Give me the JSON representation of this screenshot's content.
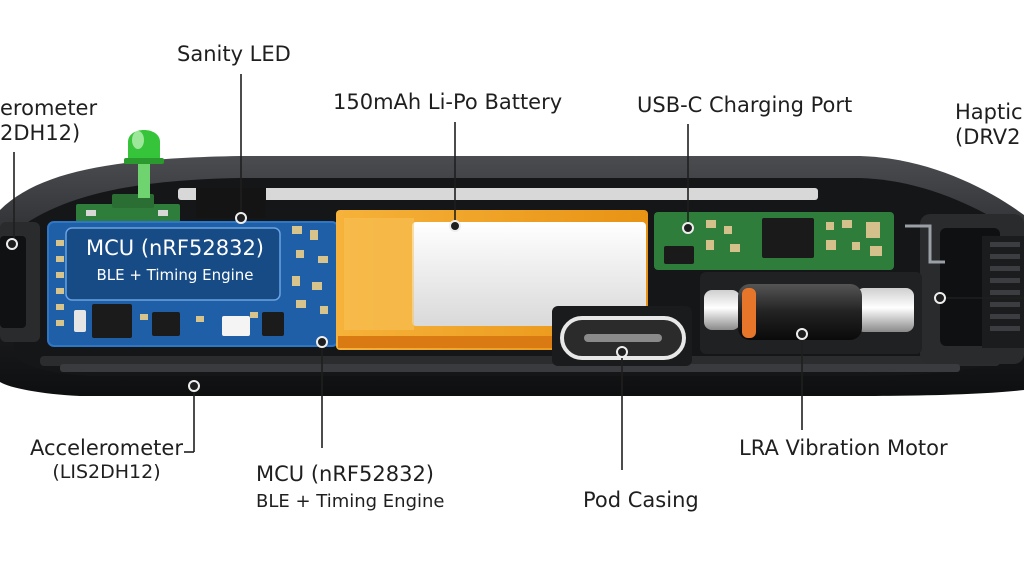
{
  "labels": {
    "sanity_led": "Sanity LED",
    "battery": "150mAh Li-Po Battery",
    "usb_port": "USB-C Charging Port",
    "haptic_line1": "Haptic",
    "haptic_line2": "(DRV2",
    "accel_top_line1": "erometer",
    "accel_top_line2": "2DH12)",
    "accel_bottom_line1": "Accelerometer",
    "accel_bottom_line2": "(LIS2DH12)",
    "mcu_bottom_line1": "MCU (nRF52832)",
    "mcu_bottom_line2": "BLE + Timing Engine",
    "pod_casing": "Pod Casing",
    "lra_motor": "LRA Vibration Motor"
  },
  "board": {
    "mcu_line1": "MCU (nRF52832)",
    "mcu_line2": "BLE + Timing Engine"
  },
  "colors": {
    "casing": "#1d1e20",
    "mcu_board": "#1f5fa8",
    "battery": "#f2a31a",
    "usb_board": "#2e7d3b",
    "led": "#35c43a",
    "motor_accent": "#e8762a"
  }
}
